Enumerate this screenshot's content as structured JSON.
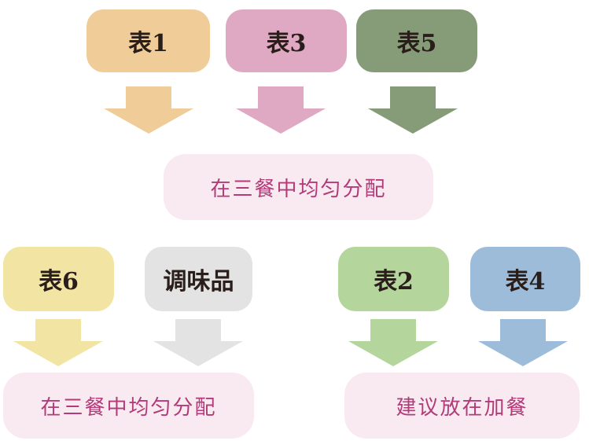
{
  "top": {
    "sources": [
      {
        "label": "表1",
        "color": "#efcc98"
      },
      {
        "label": "表3",
        "color": "#e0a9c3"
      },
      {
        "label": "表5",
        "color": "#869b78"
      }
    ],
    "target": {
      "label": "在三餐中均匀分配",
      "color": "#f9eaf2"
    }
  },
  "bottom_left": {
    "sources": [
      {
        "label": "表6",
        "color": "#f2e4a2"
      },
      {
        "label": "调味品",
        "color": "#e3e3e3"
      }
    ],
    "target": {
      "label": "在三餐中均匀分配",
      "color": "#f9eaf2"
    }
  },
  "bottom_right": {
    "sources": [
      {
        "label": "表2",
        "color": "#b4d59c"
      },
      {
        "label": "表4",
        "color": "#9dbcda"
      }
    ],
    "target": {
      "label": "建议放在加餐",
      "color": "#f9eaf2"
    }
  }
}
